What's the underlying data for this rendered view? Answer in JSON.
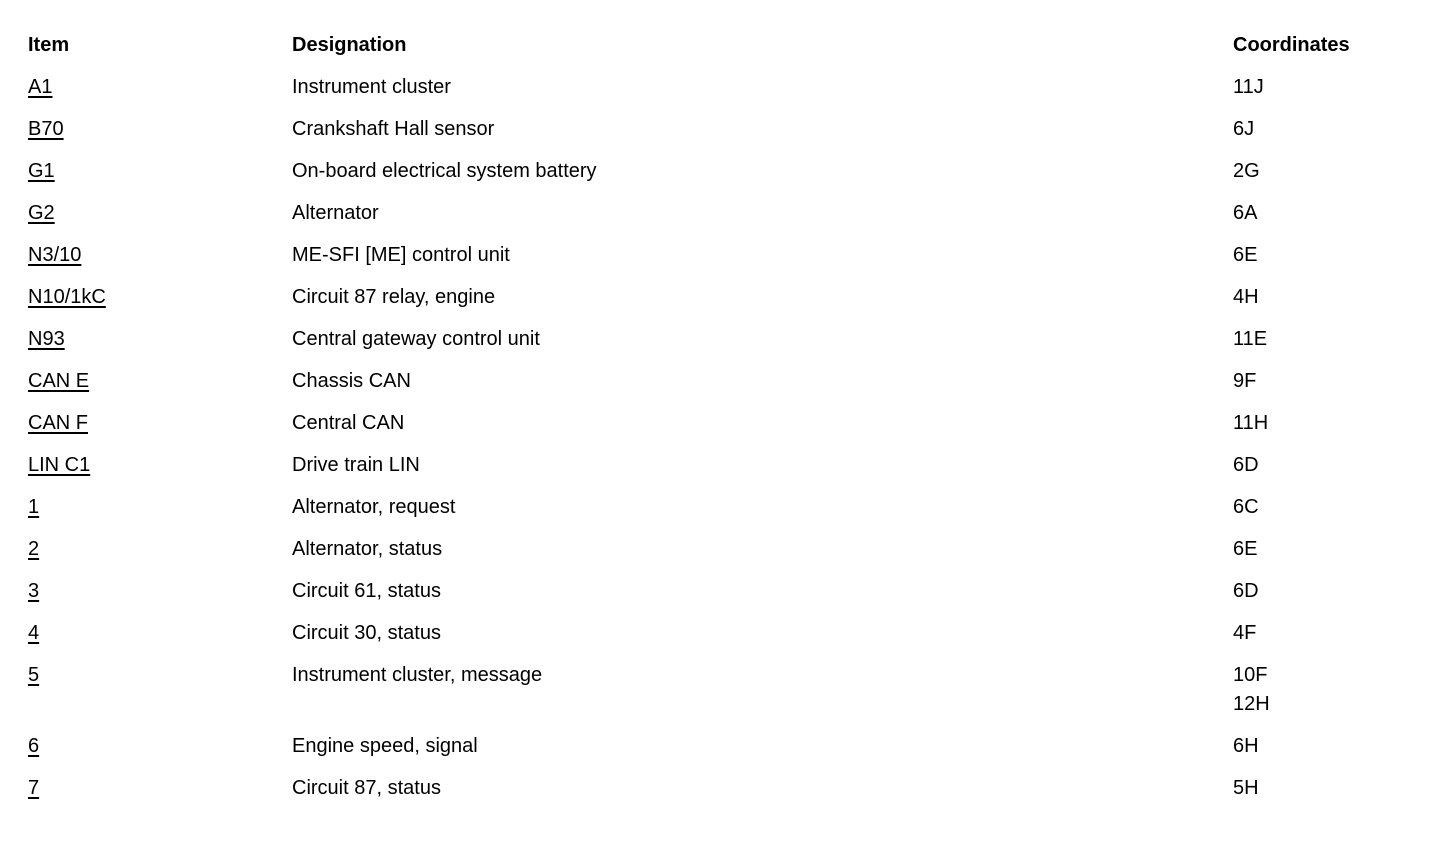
{
  "table": {
    "headers": {
      "item": "Item",
      "designation": "Designation",
      "coordinates": "Coordinates"
    },
    "rows": [
      {
        "item": "A1",
        "designation": "Instrument cluster",
        "coordinates": "11J"
      },
      {
        "item": "B70",
        "designation": "Crankshaft Hall sensor",
        "coordinates": "6J"
      },
      {
        "item": "G1",
        "designation": "On-board electrical system battery",
        "coordinates": "2G"
      },
      {
        "item": "G2",
        "designation": "Alternator",
        "coordinates": "6A"
      },
      {
        "item": "N3/10",
        "designation": "ME-SFI [ME] control unit",
        "coordinates": "6E"
      },
      {
        "item": "N10/1kC",
        "designation": "Circuit 87 relay, engine",
        "coordinates": "4H"
      },
      {
        "item": "N93",
        "designation": "Central gateway control unit",
        "coordinates": "11E"
      },
      {
        "item": "CAN E",
        "designation": "Chassis CAN",
        "coordinates": "9F"
      },
      {
        "item": "CAN F",
        "designation": "Central CAN",
        "coordinates": "11H"
      },
      {
        "item": "LIN C1",
        "designation": "Drive train LIN",
        "coordinates": "6D"
      },
      {
        "item": "1",
        "designation": "Alternator, request",
        "coordinates": "6C"
      },
      {
        "item": "2",
        "designation": "Alternator, status",
        "coordinates": "6E"
      },
      {
        "item": "3",
        "designation": "Circuit 61, status",
        "coordinates": "6D"
      },
      {
        "item": "4",
        "designation": "Circuit 30, status",
        "coordinates": "4F"
      },
      {
        "item": "5",
        "designation": "Instrument cluster, message",
        "coordinates": "10F\n12H"
      },
      {
        "item": "6",
        "designation": "Engine speed, signal",
        "coordinates": "6H"
      },
      {
        "item": "7",
        "designation": "Circuit 87, status",
        "coordinates": "5H"
      }
    ]
  }
}
